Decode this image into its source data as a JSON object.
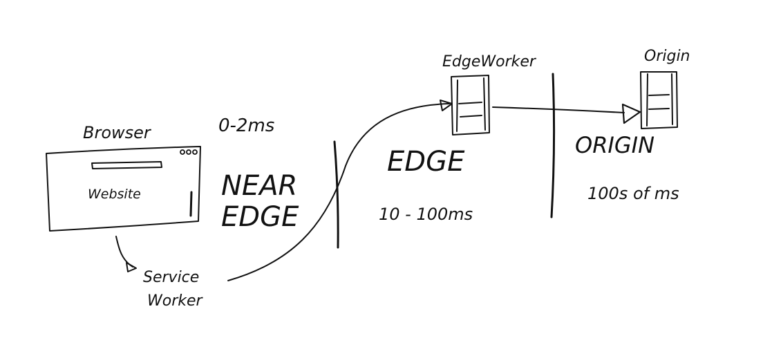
{
  "labels": {
    "browser": "Browser",
    "website": "Website",
    "service_worker_line1": "Service",
    "service_worker_line2": "Worker",
    "near_edge_latency": "0-2ms",
    "near_edge_line1": "NEAR",
    "near_edge_line2": "EDGE",
    "edge_title": "EDGE",
    "edge_latency": "10 - 100ms",
    "edge_worker": "EdgeWorker",
    "origin_small": "Origin",
    "origin_title": "ORIGIN",
    "origin_latency": "100s of ms"
  },
  "colors": {
    "ink": "#111111",
    "background": "#ffffff"
  },
  "icons": {
    "edge_worker": "server-icon",
    "origin": "server-icon",
    "browser_controls": "window-dots-icon"
  }
}
